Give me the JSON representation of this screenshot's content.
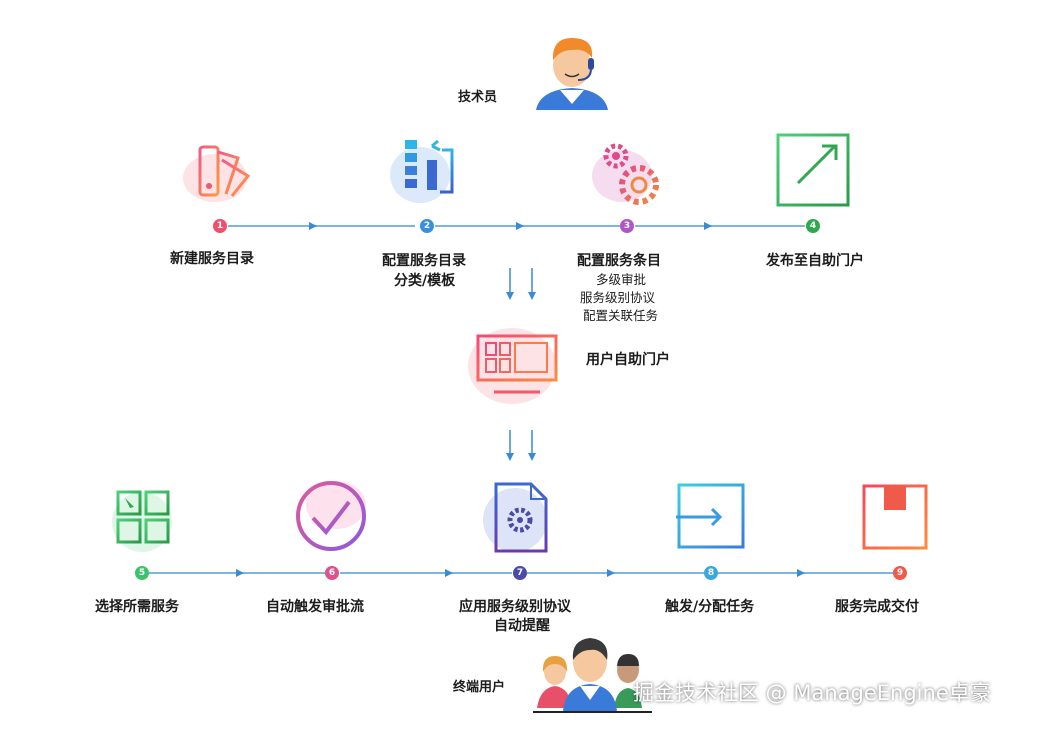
{
  "roles": {
    "technician": "技术员",
    "end_user": "终端用户"
  },
  "top_steps": [
    {
      "num": "1",
      "title": "新建服务目录",
      "sub": []
    },
    {
      "num": "2",
      "title": "配置服务目录",
      "sub": [
        "分类/模板"
      ]
    },
    {
      "num": "3",
      "title": "配置服务条目",
      "sub": [
        "多级审批",
        "服务级别协议",
        "配置关联任务"
      ]
    },
    {
      "num": "4",
      "title": "发布至自助门户",
      "sub": []
    }
  ],
  "portal": {
    "label": "用户自助门户"
  },
  "bottom_steps": [
    {
      "num": "5",
      "title": "选择所需服务",
      "sub": []
    },
    {
      "num": "6",
      "title": "自动触发审批流",
      "sub": []
    },
    {
      "num": "7",
      "title": "应用服务级别协议",
      "sub": [
        "自动提醒"
      ]
    },
    {
      "num": "8",
      "title": "触发/分配任务",
      "sub": []
    },
    {
      "num": "9",
      "title": "服务完成交付",
      "sub": []
    }
  ],
  "watermark": "掘金技术社区 @ ManageEngine卓豪",
  "colors": {
    "flow_line": "#7fb3e0",
    "arrow": "#3a8bd6",
    "step1": "#f0506e",
    "step2": "#3b8fe0",
    "step3": "#b055c8",
    "step4": "#2fa84f",
    "step5": "#3cc46a",
    "step6": "#e0508a",
    "step7": "#4a4aa8",
    "step8": "#3aa8e0",
    "step9": "#f05a4a"
  },
  "icons": [
    "headset-technician-icon",
    "color-swatch-icon",
    "catalog-sort-icon",
    "gears-icon",
    "publish-arrow-icon",
    "portal-screen-icon",
    "grid-select-icon",
    "check-circle-icon",
    "sla-document-gear-icon",
    "assign-arrow-icon",
    "delivery-box-icon",
    "user-group-icon"
  ]
}
